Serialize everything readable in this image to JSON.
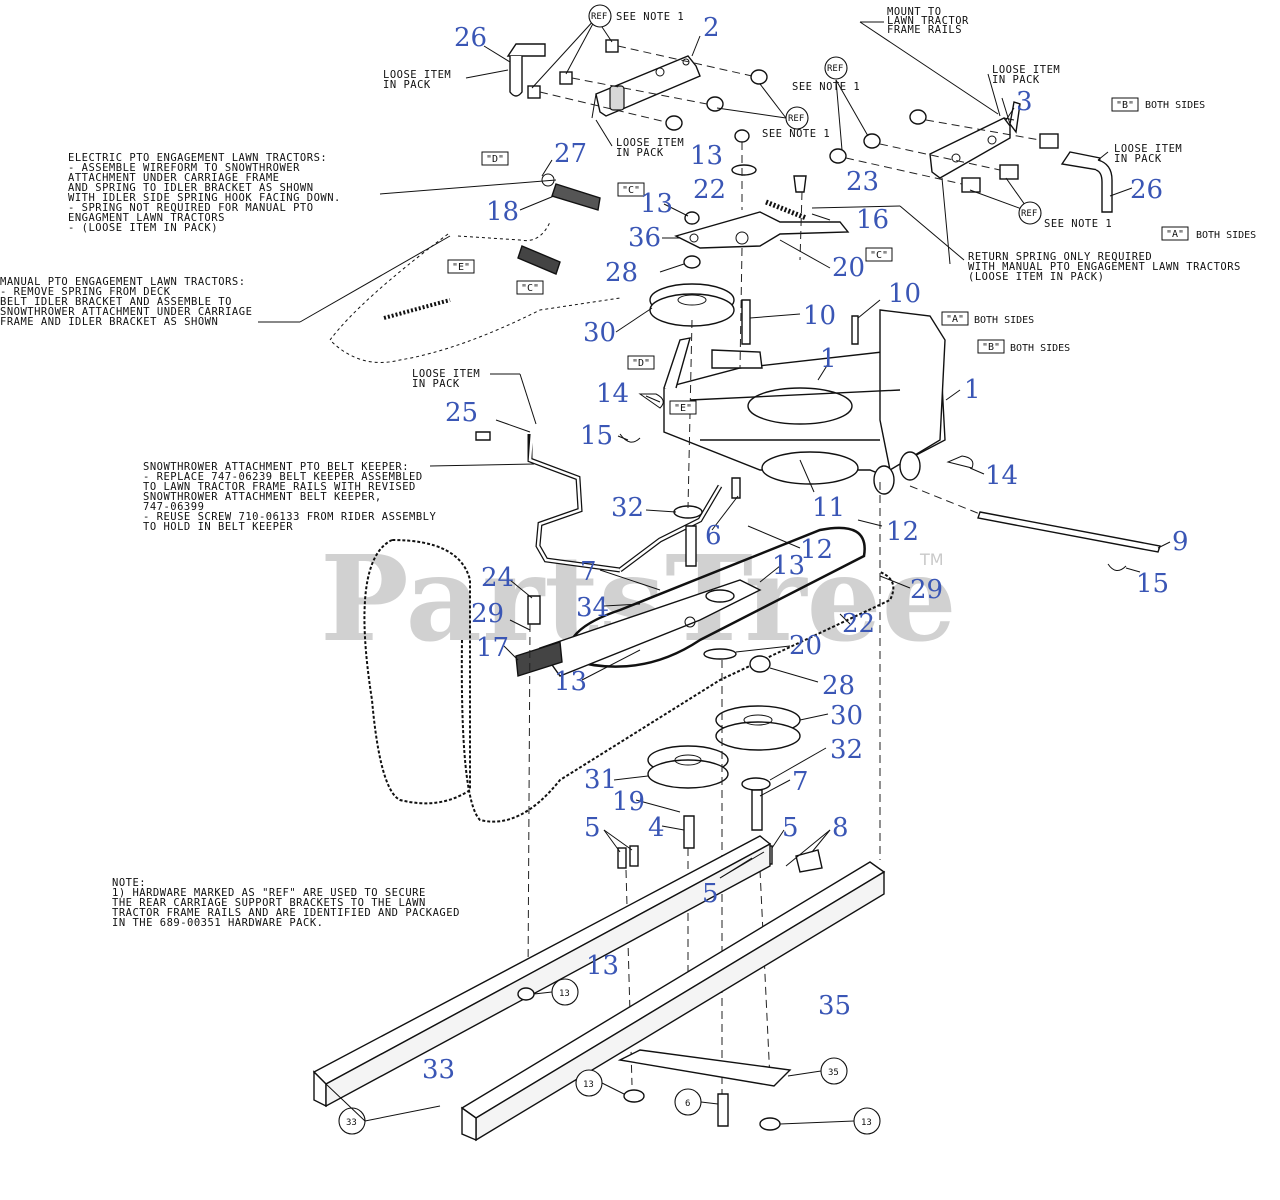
{
  "watermark": {
    "text": "PartsTree",
    "tm": "TM"
  },
  "notes": {
    "mount": [
      "MOUNT TO",
      "LAWN TRACTOR",
      "FRAME RAILS"
    ],
    "loose_tl": [
      "LOOSE ITEM",
      "IN PACK"
    ],
    "loose_2": [
      "LOOSE ITEM",
      "IN PACK"
    ],
    "loose_3": [
      "LOOSE ITEM",
      "IN PACK"
    ],
    "loose_26r": [
      "LOOSE ITEM",
      "IN PACK"
    ],
    "loose_25": [
      "LOOSE ITEM",
      "IN PACK"
    ],
    "see_note_1": "SEE NOTE 1",
    "electric": [
      "ELECTRIC PTO ENGAGEMENT LAWN TRACTORS:",
      "- ASSEMBLE WIREFORM TO SNOWTHROWER",
      "  ATTACHMENT UNDER CARRIAGE FRAME",
      "  AND SPRING TO IDLER BRACKET AS SHOWN",
      "  WITH IDLER SIDE SPRING HOOK FACING DOWN.",
      "- SPRING NOT REQUIRED FOR MANUAL PTO",
      "  ENGAGMENT LAWN TRACTORS",
      "- (LOOSE ITEM IN PACK)"
    ],
    "manual": [
      "MANUAL PTO ENGAGEMENT LAWN TRACTORS:",
      "- REMOVE SPRING FROM DECK",
      "  BELT IDLER BRACKET AND ASSEMBLE TO",
      "  SNOWTHROWER ATTACHMENT UNDER CARRIAGE",
      "  FRAME AND IDLER BRACKET AS SHOWN"
    ],
    "return_spring": [
      "RETURN SPRING ONLY REQUIRED",
      "WITH MANUAL PTO ENGAGEMENT LAWN TRACTORS",
      "(LOOSE ITEM IN PACK)"
    ],
    "keeper": [
      "SNOWTHROWER ATTACHMENT PTO BELT KEEPER:",
      "- REPLACE 747-06239 BELT KEEPER ASSEMBLED",
      "  TO LAWN TRACTOR FRAME RAILS WITH REVISED",
      "  SNOWTHROWER ATTACHMENT BELT KEEPER,",
      "  747-06399",
      "- REUSE SCREW 710-06133 FROM RIDER ASSEMBLY",
      "  TO HOLD IN BELT KEEPER"
    ],
    "note1": [
      "NOTE:",
      "1) HARDWARE MARKED AS \"REF\" ARE USED TO SECURE",
      "   THE REAR CARRIAGE SUPPORT BRACKETS TO THE LAWN",
      "   TRACTOR FRAME RAILS AND ARE IDENTIFIED AND PACKAGED",
      "   IN THE 689-00351 HARDWARE PACK."
    ],
    "both_sides": "BOTH SIDES"
  },
  "tags": {
    "A": "\"A\"",
    "B": "\"B\"",
    "C": "\"C\"",
    "D": "\"D\"",
    "E": "\"E\"",
    "ref": "REF"
  },
  "callouts": [
    {
      "id": "26",
      "text": "26"
    },
    {
      "id": "2",
      "text": "2"
    },
    {
      "id": "3",
      "text": "3"
    },
    {
      "id": "26b",
      "text": "26"
    },
    {
      "id": "27",
      "text": "27"
    },
    {
      "id": "13a",
      "text": "13"
    },
    {
      "id": "22a",
      "text": "22"
    },
    {
      "id": "23",
      "text": "23"
    },
    {
      "id": "18",
      "text": "18"
    },
    {
      "id": "13b",
      "text": "13"
    },
    {
      "id": "16",
      "text": "16"
    },
    {
      "id": "36",
      "text": "36"
    },
    {
      "id": "20a",
      "text": "20"
    },
    {
      "id": "28a",
      "text": "28"
    },
    {
      "id": "10a",
      "text": "10"
    },
    {
      "id": "10b",
      "text": "10"
    },
    {
      "id": "30a",
      "text": "30"
    },
    {
      "id": "1a",
      "text": "1"
    },
    {
      "id": "1b",
      "text": "1"
    },
    {
      "id": "14a",
      "text": "14"
    },
    {
      "id": "25",
      "text": "25"
    },
    {
      "id": "15a",
      "text": "15"
    },
    {
      "id": "14b",
      "text": "14"
    },
    {
      "id": "11",
      "text": "11"
    },
    {
      "id": "32a",
      "text": "32"
    },
    {
      "id": "12a",
      "text": "12"
    },
    {
      "id": "6a",
      "text": "6"
    },
    {
      "id": "12b",
      "text": "12"
    },
    {
      "id": "9",
      "text": "9"
    },
    {
      "id": "13c",
      "text": "13"
    },
    {
      "id": "7a",
      "text": "7"
    },
    {
      "id": "24",
      "text": "24"
    },
    {
      "id": "15b",
      "text": "15"
    },
    {
      "id": "29a",
      "text": "29"
    },
    {
      "id": "34",
      "text": "34"
    },
    {
      "id": "29b",
      "text": "29"
    },
    {
      "id": "22b",
      "text": "22"
    },
    {
      "id": "17",
      "text": "17"
    },
    {
      "id": "20b",
      "text": "20"
    },
    {
      "id": "13d",
      "text": "13"
    },
    {
      "id": "28b",
      "text": "28"
    },
    {
      "id": "30b",
      "text": "30"
    },
    {
      "id": "32b",
      "text": "32"
    },
    {
      "id": "31",
      "text": "31"
    },
    {
      "id": "7b",
      "text": "7"
    },
    {
      "id": "19",
      "text": "19"
    },
    {
      "id": "4",
      "text": "4"
    },
    {
      "id": "5a",
      "text": "5"
    },
    {
      "id": "5b",
      "text": "5"
    },
    {
      "id": "8",
      "text": "8"
    },
    {
      "id": "5c",
      "text": "5"
    },
    {
      "id": "13e",
      "text": "13"
    },
    {
      "id": "35",
      "text": "35"
    },
    {
      "id": "33",
      "text": "33"
    }
  ],
  "circled": [
    {
      "id": "c13a",
      "text": "13"
    },
    {
      "id": "c35",
      "text": "35"
    },
    {
      "id": "c13b",
      "text": "13"
    },
    {
      "id": "c6",
      "text": "6"
    },
    {
      "id": "c13c",
      "text": "13"
    },
    {
      "id": "c33",
      "text": "33"
    }
  ]
}
